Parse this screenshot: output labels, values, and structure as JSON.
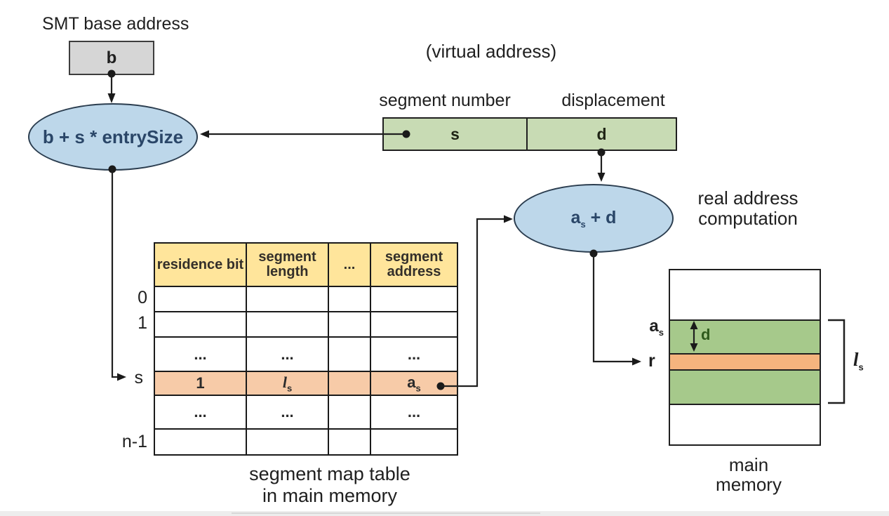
{
  "labels": {
    "smt_base_address": "SMT base address",
    "virtual_address": "(virtual address)",
    "segment_number": "segment number",
    "displacement": "displacement",
    "real_address_line1": "real address",
    "real_address_line2": "computation"
  },
  "smt_box": {
    "value": "b"
  },
  "compute1": {
    "label": "b + s * entrySize"
  },
  "va": {
    "s": "s",
    "d": "d"
  },
  "compute2": {
    "base": "a",
    "sub": "s",
    "rest": " + d"
  },
  "table": {
    "headers": [
      "residence bit",
      "segment length",
      "...",
      "segment address"
    ],
    "row_labels": [
      "0",
      "1",
      "s",
      "n-1"
    ],
    "ellipsis": "...",
    "s_row": {
      "residence_bit": "1",
      "length_base": "l",
      "length_sub": "s",
      "address_base": "a",
      "address_sub": "s"
    },
    "caption_line1": "segment map table",
    "caption_line2": "in main memory"
  },
  "memory": {
    "a_base": "a",
    "a_sub": "s",
    "r": "r",
    "d": "d",
    "l_base": "l",
    "l_sub": "s",
    "caption_line1": "main",
    "caption_line2": "memory"
  },
  "colors": {
    "ellipse_fill": "#BDD7EA",
    "ellipse_border": "#2b3d4f",
    "ellipse_text": "#2a4668",
    "virtual_address_green": "#C8DBB4",
    "memory_green": "#A6C98B",
    "memory_orange": "#F5B47E",
    "table_header_yellow": "#FFE59B",
    "table_srow_peach": "#F7CBA8",
    "smt_box_gray": "#D6D6D6",
    "connector_black": "#1f1f1f",
    "d_label_green": "#2E5A1C"
  }
}
